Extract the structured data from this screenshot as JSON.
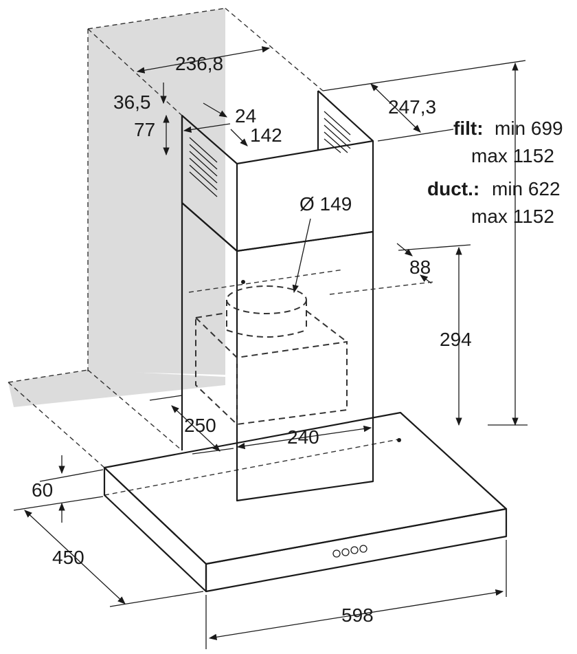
{
  "colors": {
    "line": "#1a1a1a",
    "wall": "#dcdcdc",
    "background": "#ffffff"
  },
  "dimensions": {
    "d236_8": "236,8",
    "d36_5": "36,5",
    "d24": "24",
    "d77": "77",
    "d142": "142",
    "d247_3": "247,3",
    "d149": "Ø 149",
    "d88": "88",
    "d294": "294",
    "d250": "250",
    "d240": "240",
    "d60": "60",
    "d450": "450",
    "d598": "598"
  },
  "height_notes": {
    "filt_label": "filt:",
    "filt_min": "min 699",
    "filt_max": "max 1152",
    "duct_label": "duct.:",
    "duct_min": "min 622",
    "duct_max": "max 1152"
  }
}
